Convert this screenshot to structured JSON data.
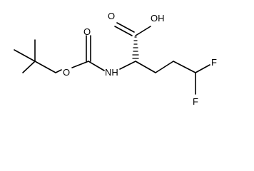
{
  "molecule": {
    "atoms": {
      "carbonyl_oxygen": "O",
      "ester_oxygen": "O",
      "amide_nitrogen": "NH",
      "acid_carbonyl_oxygen": "O",
      "acid_hydroxyl": "OH",
      "fluorine_top": "F",
      "fluorine_bottom": "F"
    }
  }
}
